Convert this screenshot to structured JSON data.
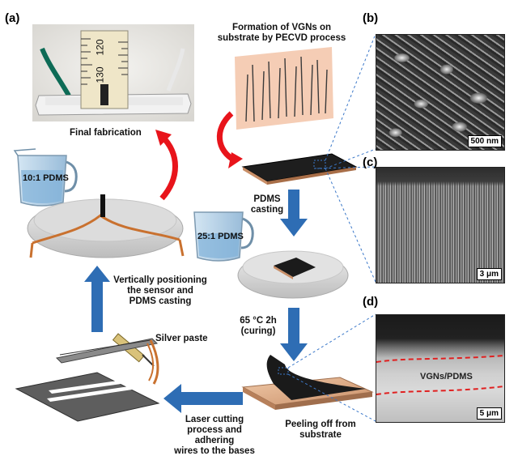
{
  "panels": {
    "a": "(a)",
    "b": "(b)",
    "c": "(c)",
    "d": "(d)"
  },
  "steps": {
    "final_fabrication": "Final fabrication",
    "pdms_10_1": "10:1 PDMS",
    "formation_line1": "Formation of VGNs on",
    "formation_line2": "substrate by PECVD process",
    "pdms_casting_line1": "PDMS",
    "pdms_casting_line2": "casting",
    "pdms_25_1": "25:1 PDMS",
    "vertical_line1": "Vertically positioning",
    "vertical_line2": "the sensor and",
    "vertical_line3": "PDMS casting",
    "silver_paste": "Silver paste",
    "curing_line1": "65 °C 2h",
    "curing_line2": "(curing)",
    "laser_line1": "Laser cutting",
    "laser_line2": "process and",
    "laser_line3": "adhering",
    "laser_line4": "wires to the bases",
    "peeling_line1": "Peeling off from",
    "peeling_line2": "substrate"
  },
  "ruler_numbers": {
    "n120": "120",
    "n130": "130"
  },
  "sem": {
    "b_scale": "500 nm",
    "c_scale": "3 μm",
    "d_scale": "5 μm",
    "d_label": "VGNs/PDMS"
  },
  "colors": {
    "red_arrow": "#e8141b",
    "blue_arrow": "#2e6db4",
    "copper": "#d9a07a",
    "dashed": "#3b78c9",
    "pdms_red_dash": "#e02020"
  }
}
